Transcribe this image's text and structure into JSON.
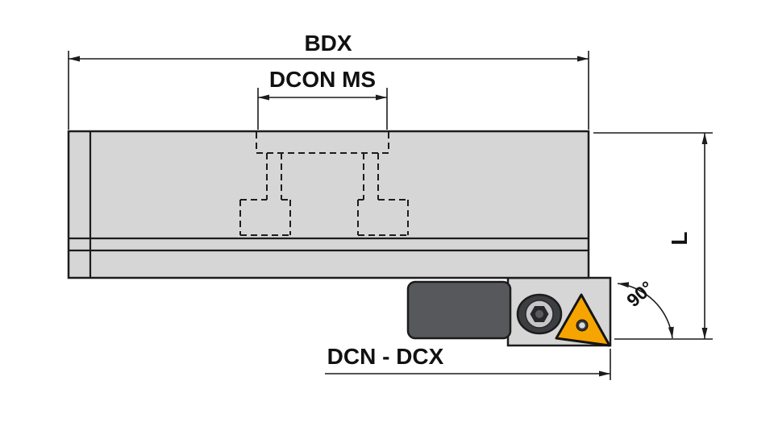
{
  "dimensions": {
    "bdx": {
      "label": "BDX"
    },
    "dcon_ms": {
      "label": "DCON MS"
    },
    "dcn_dcx": {
      "label": "DCN - DCX"
    },
    "length": {
      "label": "L"
    },
    "corner_angle": {
      "label": "90°"
    }
  },
  "colors": {
    "background": "#ffffff",
    "line": "#1c1c1c",
    "body_fill": "#d6d6d6",
    "head_fill": "#d6d6d6",
    "clamp_fill": "#57585c",
    "insert_fill": "#f6a500",
    "screw_head_fill": "#3d3e42",
    "screw_ring_fill": "#c6c6c8",
    "screw_hex_fill": "#28282b"
  }
}
